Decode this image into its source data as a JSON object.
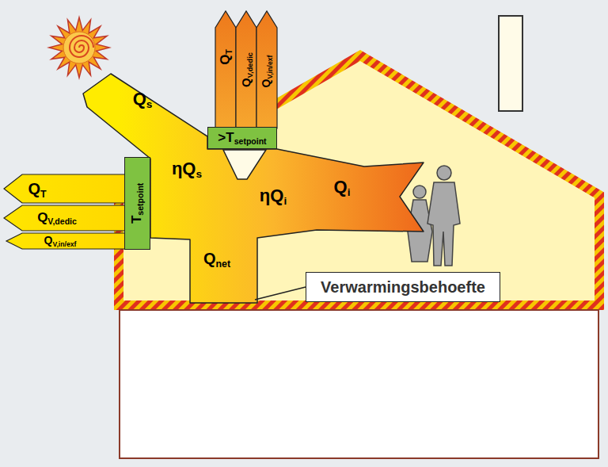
{
  "diagram": {
    "nodes": [
      {
        "text": [
          "Tsetpoint"
        ]
      },
      {
        "text": [
          ">Tsetpoint"
        ]
      },
      {
        "text": [
          "Verwarmingsbehoefte"
        ]
      }
    ],
    "labels": [
      "Qs",
      "ηQs",
      "Qi",
      "ηQi",
      "QT",
      "QV,dedic",
      "QV,in/exf",
      "QT",
      "QV,dedic",
      "QV,in/exf",
      "Qnet"
    ]
  }
}
